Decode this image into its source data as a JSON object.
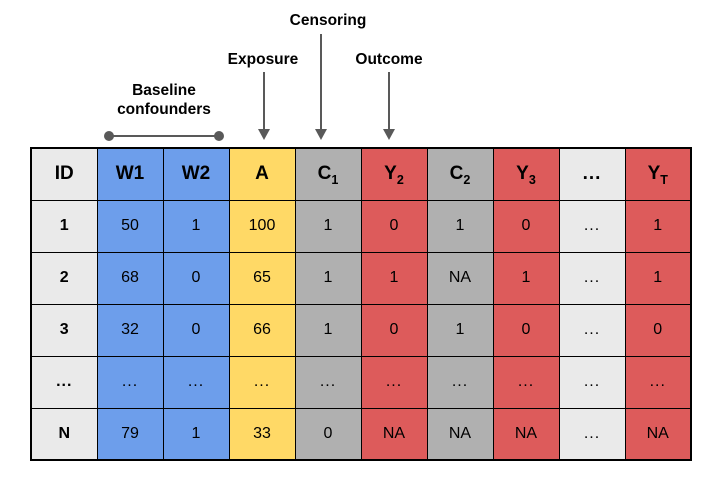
{
  "annotations": {
    "censoring": "Censoring",
    "exposure": "Exposure",
    "outcome": "Outcome",
    "baseline": "Baseline\nconfounders"
  },
  "table": {
    "columns": [
      {
        "key": "id",
        "label": "ID",
        "sub": "",
        "color": "c-light"
      },
      {
        "key": "w1",
        "label": "W1",
        "sub": "",
        "color": "c-blue"
      },
      {
        "key": "w2",
        "label": "W2",
        "sub": "",
        "color": "c-blue"
      },
      {
        "key": "a",
        "label": "A",
        "sub": "",
        "color": "c-gold"
      },
      {
        "key": "c1",
        "label": "C",
        "sub": "1",
        "color": "c-gray"
      },
      {
        "key": "y2",
        "label": "Y",
        "sub": "2",
        "color": "c-red"
      },
      {
        "key": "c2",
        "label": "C",
        "sub": "2",
        "color": "c-gray"
      },
      {
        "key": "y3",
        "label": "Y",
        "sub": "3",
        "color": "c-red"
      },
      {
        "key": "dots",
        "label": "...",
        "sub": "",
        "color": "c-light"
      },
      {
        "key": "yt",
        "label": "Y",
        "sub": "T",
        "color": "c-red"
      }
    ],
    "rows": [
      {
        "cells": [
          "1",
          "50",
          "1",
          "100",
          "1",
          "0",
          "1",
          "0",
          "...",
          "1"
        ]
      },
      {
        "cells": [
          "2",
          "68",
          "0",
          "65",
          "1",
          "1",
          "NA",
          "1",
          "...",
          "1"
        ]
      },
      {
        "cells": [
          "3",
          "32",
          "0",
          "66",
          "1",
          "0",
          "1",
          "0",
          "...",
          "0"
        ]
      },
      {
        "cells": [
          "...",
          "...",
          "...",
          "...",
          "...",
          "...",
          "...",
          "...",
          "...",
          "..."
        ]
      },
      {
        "cells": [
          "N",
          "79",
          "1",
          "33",
          "0",
          "NA",
          "NA",
          "NA",
          "...",
          "NA"
        ]
      }
    ]
  },
  "colors": {
    "light": "#eaeaea",
    "blue": "#6d9eeb",
    "gold": "#ffd966",
    "gray": "#b0b0b0",
    "red": "#dd5b5b",
    "arrow": "#595959",
    "border": "#000000"
  }
}
